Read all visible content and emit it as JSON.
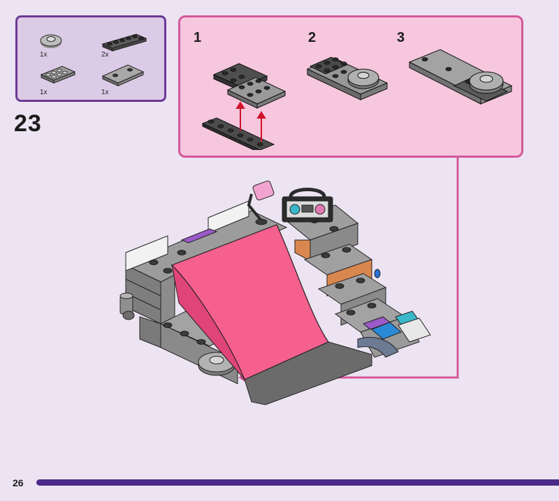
{
  "step": {
    "number": "23"
  },
  "parts_list": [
    {
      "name": "round-plate-2x2",
      "qty": "1x"
    },
    {
      "name": "plate-1x6",
      "qty": "2x"
    },
    {
      "name": "plate-2x4",
      "qty": "1x"
    },
    {
      "name": "tile-2x4-with-studs",
      "qty": "1x"
    }
  ],
  "sub_steps": [
    {
      "label": "1"
    },
    {
      "label": "2"
    },
    {
      "label": "3"
    }
  ],
  "colors": {
    "parts_bg": "#dccbe6",
    "parts_border": "#6b3a96",
    "sub_bg": "#f6c7dd",
    "sub_border": "#d3589a",
    "ramp_pink": "#f5608e",
    "arrow_red": "#d0132a",
    "progress": "#4b2a8a"
  },
  "page": {
    "number": "26",
    "progress": 1.0
  }
}
